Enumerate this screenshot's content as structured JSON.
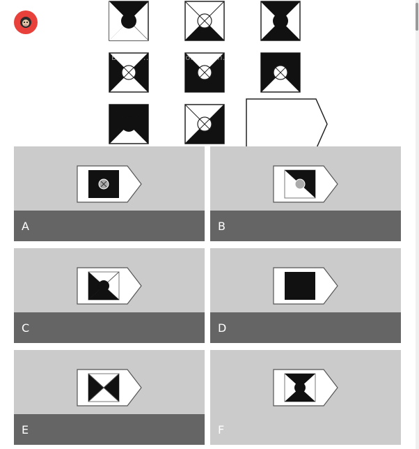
{
  "avatar": {
    "icon": "monkey-icon",
    "color": "#e8413b"
  },
  "watermark": {
    "text": "Brainly ... Education ... Em..."
  },
  "options": [
    {
      "letter": "A",
      "figure": "small-square-circle",
      "selected": false
    },
    {
      "letter": "B",
      "figure": "split-square-circle",
      "selected": false
    },
    {
      "letter": "C",
      "figure": "triangle-notch",
      "selected": false
    },
    {
      "letter": "D",
      "figure": "solid-square",
      "selected": false
    },
    {
      "letter": "E",
      "figure": "bowtie",
      "selected": false
    },
    {
      "letter": "F",
      "figure": "hourglass-notch",
      "selected": true
    }
  ],
  "colors": {
    "tile": "#cbcbcb",
    "label_bar": "#656565",
    "label_text": "#ffffff",
    "ink": "#111111"
  }
}
